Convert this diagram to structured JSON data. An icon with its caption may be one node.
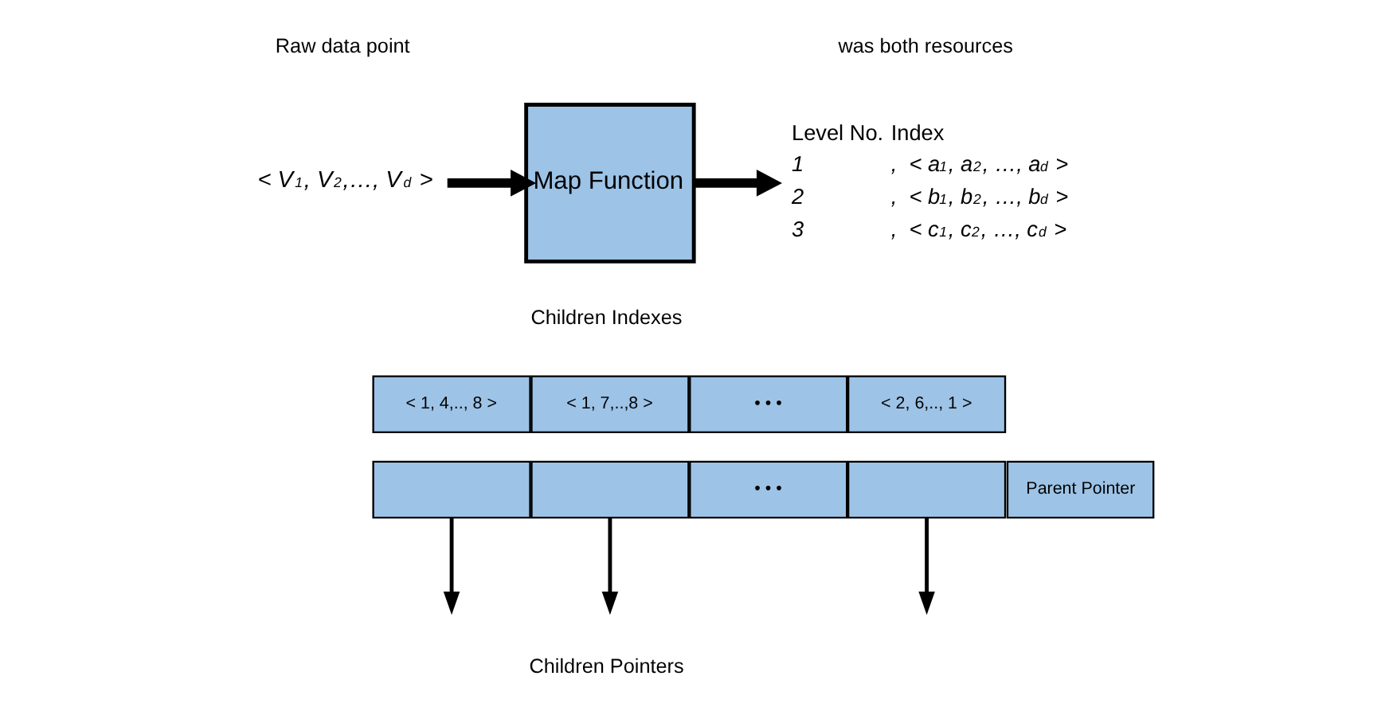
{
  "diagram": {
    "nodes": [
      {
        "text": [
          "< V$_{1}$, V$_{2}$,…, V$_{d}$ >"
        ]
      },
      {
        "text": [
          "Map Function"
        ]
      },
      {
        "text": [
          "Level No.",
          "Index",
          "1",
          ",  < a$_{1}$, a$_{2}$, …, a$_{d}$ >",
          "2",
          ",  < b$_{1}$, b$_{2}$, …, b$_{d}$ >",
          "3",
          ",  < c$_{1}$, c$_{2}$, …, c$_{d}$ >"
        ]
      },
      {
        "text": [
          "< 1, 4,.., 8 >"
        ]
      },
      {
        "text": [
          "< 1, 7,..,8 >"
        ]
      },
      {
        "text": [
          "• • •"
        ]
      },
      {
        "text": [
          "< 2, 6,.., 1 >"
        ]
      },
      {
        "text": [],
        "shape": "box"
      },
      {
        "text": [],
        "shape": "box"
      },
      {
        "text": [
          "• • •"
        ]
      },
      {
        "text": [],
        "shape": "box"
      },
      {
        "text": [
          "Parent Pointer"
        ]
      }
    ],
    "edges": [
      {
        "from": 0,
        "to": 1,
        "arrow": "to",
        "style": "thick"
      },
      {
        "from": 1,
        "to": 2,
        "arrow": "to",
        "style": "thick"
      },
      {
        "from": 7,
        "to": null,
        "arrow": "to"
      },
      {
        "from": 8,
        "to": null,
        "arrow": "to"
      },
      {
        "from": 10,
        "to": null,
        "arrow": "to"
      }
    ],
    "labels": [
      "was both resources",
      "Raw data point",
      "Children Indexes",
      "Children Pointers"
    ]
  }
}
